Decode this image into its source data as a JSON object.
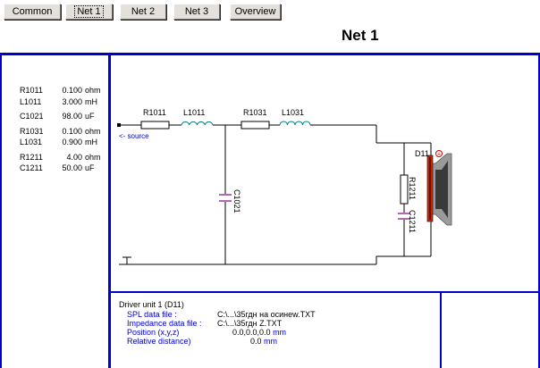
{
  "tabs": [
    {
      "label": "Common",
      "active": false
    },
    {
      "label": "Net 1",
      "active": true
    },
    {
      "label": "Net 2",
      "active": false
    },
    {
      "label": "Net 3",
      "active": false
    },
    {
      "label": "Overview",
      "active": false
    }
  ],
  "title": "Net 1",
  "components": [
    {
      "ref": "R1011",
      "value": "0.100",
      "unit": "ohm"
    },
    {
      "ref": "L1011",
      "value": "3.000",
      "unit": "mH"
    },
    {
      "ref": "C1021",
      "value": "98.00",
      "unit": "uF"
    },
    {
      "ref": "R1031",
      "value": "0.100",
      "unit": "ohm"
    },
    {
      "ref": "L1031",
      "value": "0.900",
      "unit": "mH"
    },
    {
      "ref": "R1211",
      "value": "4.00",
      "unit": "ohm"
    },
    {
      "ref": "C1211",
      "value": "50.00",
      "unit": "uF"
    }
  ],
  "schematic": {
    "source_label": "<- source",
    "driver_label": "D11",
    "polarity": "+",
    "labels": {
      "r1011": "R1011",
      "l1011": "L1011",
      "r1031": "R1031",
      "l1031": "L1031",
      "c1021": "C1021",
      "r1211": "R1211",
      "c1211": "C1211"
    }
  },
  "driver_info": {
    "heading": "Driver unit 1 (D11)",
    "spl_label": "SPL data file :",
    "spl_value": "C:\\...\\35гдн на осинew.TXT",
    "impedance_label": "Impedance data file :",
    "impedance_value": "C:\\...\\35гдн Z.TXT",
    "position_label": "Position (x,y,z)",
    "position_value": "0.0,0.0,0.0",
    "position_unit": "mm",
    "distance_label": "Relative distance)",
    "distance_value": "0.0",
    "distance_unit": "mm"
  },
  "colors": {
    "frame_blue": "#0000cc",
    "schematic_blue": "#0000cc",
    "inductor": "#008080",
    "capacitor": "#800080",
    "speaker_red": "#cc2200"
  }
}
